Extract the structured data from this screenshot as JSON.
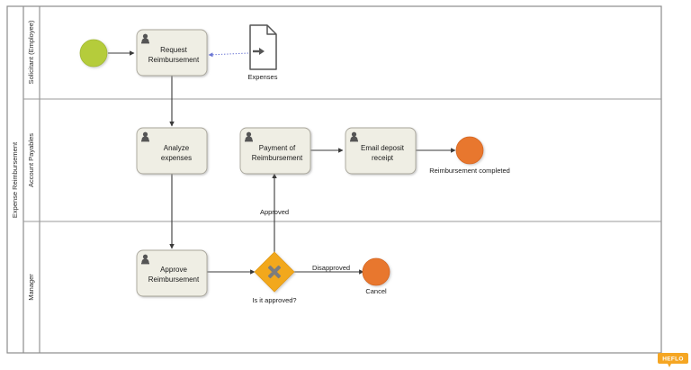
{
  "diagram": {
    "type": "bpmn-process",
    "pool": {
      "name": "Expense Reimbursement",
      "lanes": [
        {
          "id": "solicitant",
          "name": "Solicitant (Employee)"
        },
        {
          "id": "account-payables",
          "name": "Account Payables"
        },
        {
          "id": "manager",
          "name": "Manager"
        }
      ]
    },
    "events": [
      {
        "id": "start",
        "kind": "start-event",
        "label": "",
        "lane": "solicitant",
        "color": "#b5cc3a"
      },
      {
        "id": "end-completed",
        "kind": "end-event",
        "label": "Reimbursement completed",
        "lane": "account-payables",
        "color": "#e8772e"
      },
      {
        "id": "end-cancel",
        "kind": "end-event",
        "label": "Cancel",
        "lane": "manager",
        "color": "#e8772e"
      }
    ],
    "tasks": [
      {
        "id": "request-reimbursement",
        "label": "Request Reimbursement",
        "lane": "solicitant",
        "type": "user-task"
      },
      {
        "id": "analyze-expenses",
        "label": "Analyze expenses",
        "lane": "account-payables",
        "type": "user-task"
      },
      {
        "id": "payment-of-reimbursement",
        "label": "Payment of Reimbursement",
        "lane": "account-payables",
        "type": "user-task"
      },
      {
        "id": "email-deposit-receipt",
        "label": "Email deposit receipt",
        "lane": "account-payables",
        "type": "user-task"
      },
      {
        "id": "approve-reimbursement",
        "label": "Approve Reimbursement",
        "lane": "manager",
        "type": "user-task"
      }
    ],
    "gateways": [
      {
        "id": "is-it-approved",
        "label": "Is it approved?",
        "lane": "manager",
        "type": "exclusive",
        "color": "#f2a81d"
      }
    ],
    "artifacts": [
      {
        "id": "expenses",
        "label": "Expenses",
        "type": "data-input-object",
        "lane": "solicitant"
      }
    ],
    "flows": [
      {
        "from": "start",
        "to": "request-reimbursement",
        "label": ""
      },
      {
        "from": "request-reimbursement",
        "to": "analyze-expenses",
        "label": ""
      },
      {
        "from": "analyze-expenses",
        "to": "approve-reimbursement",
        "label": ""
      },
      {
        "from": "approve-reimbursement",
        "to": "is-it-approved",
        "label": ""
      },
      {
        "from": "is-it-approved",
        "to": "payment-of-reimbursement",
        "label": "Approved"
      },
      {
        "from": "is-it-approved",
        "to": "end-cancel",
        "label": "Disapproved"
      },
      {
        "from": "payment-of-reimbursement",
        "to": "email-deposit-receipt",
        "label": ""
      },
      {
        "from": "email-deposit-receipt",
        "to": "end-completed",
        "label": ""
      },
      {
        "from": "expenses",
        "to": "request-reimbursement",
        "label": "",
        "style": "association-dotted"
      }
    ],
    "task_labels": {
      "request_line1": "Request",
      "request_line2": "Reimbursement",
      "analyze_line1": "Analyze",
      "analyze_line2": "expenses",
      "payment_line1": "Payment of",
      "payment_line2": "Reimbursement",
      "email_line1": "Email deposit",
      "email_line2": "receipt",
      "approve_line1": "Approve",
      "approve_line2": "Reimbursement"
    },
    "flow_labels": {
      "approved": "Approved",
      "disapproved": "Disapproved"
    },
    "watermark": {
      "text": "HEFLO",
      "color": "#f5a623"
    },
    "colors": {
      "task_fill": "#efeee4",
      "task_stroke": "#a8a59a",
      "start_event": "#b5cc3a",
      "end_event": "#e8772e",
      "gateway": "#f2a81d",
      "gateway_symbol": "#808080",
      "lane_stroke": "#9a9a9a",
      "connector": "#4d4d4d",
      "association": "#7b84d6"
    }
  }
}
